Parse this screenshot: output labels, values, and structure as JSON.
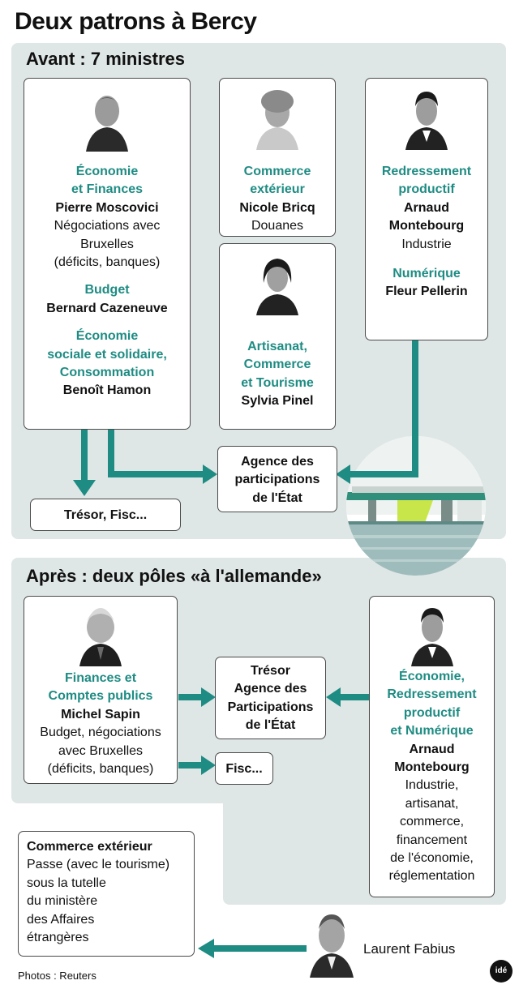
{
  "title": "Deux patrons à Bercy",
  "before": {
    "heading": "Avant : 7 ministres",
    "box1": [
      "Économie",
      "et Finances",
      "Pierre Moscovici",
      "Négociations avec",
      "Bruxelles",
      "(déficits, banques)",
      "Budget",
      "Bernard Cazeneuve",
      "Économie",
      "sociale et solidaire,",
      "Consommation",
      "Benoît Hamon"
    ],
    "box2": [
      "Commerce",
      "extérieur",
      "Nicole Bricq",
      "Douanes"
    ],
    "box3": [
      "Artisanat,",
      "Commerce",
      "et Tourisme",
      "Sylvia Pinel"
    ],
    "box4": [
      "Redressement",
      "productif",
      "Arnaud",
      "Montebourg",
      "Industrie",
      "Numérique",
      "Fleur Pellerin"
    ],
    "agence": [
      "Agence des",
      "participations",
      "de l'État"
    ],
    "tresor": "Trésor, Fisc..."
  },
  "after": {
    "heading": "Après : deux pôles «à l'allemande»",
    "sapin": [
      "Finances et",
      "Comptes publics",
      "Michel Sapin",
      "Budget, négociations",
      "avec Bruxelles",
      "(déficits, banques)"
    ],
    "tresor": [
      "Trésor",
      "Agence des",
      "Participations",
      "de l'État"
    ],
    "fisc": "Fisc...",
    "montebourg": [
      "Économie,",
      "Redressement",
      "productif",
      "et Numérique",
      "Arnaud",
      "Montebourg",
      "Industrie,",
      "artisanat,",
      "commerce,",
      "financement",
      "de l'économie,",
      "réglementation"
    ],
    "commerce": [
      "Commerce extérieur",
      "Passe (avec le tourisme)",
      "sous la tutelle",
      "du ministère",
      "des Affaires",
      "étrangères"
    ],
    "fabius": "Laurent Fabius"
  },
  "credit": "Photos : Reuters",
  "logo": "idé",
  "colors": {
    "teal": "#1e8c83",
    "panel": "#dfe7e6"
  }
}
